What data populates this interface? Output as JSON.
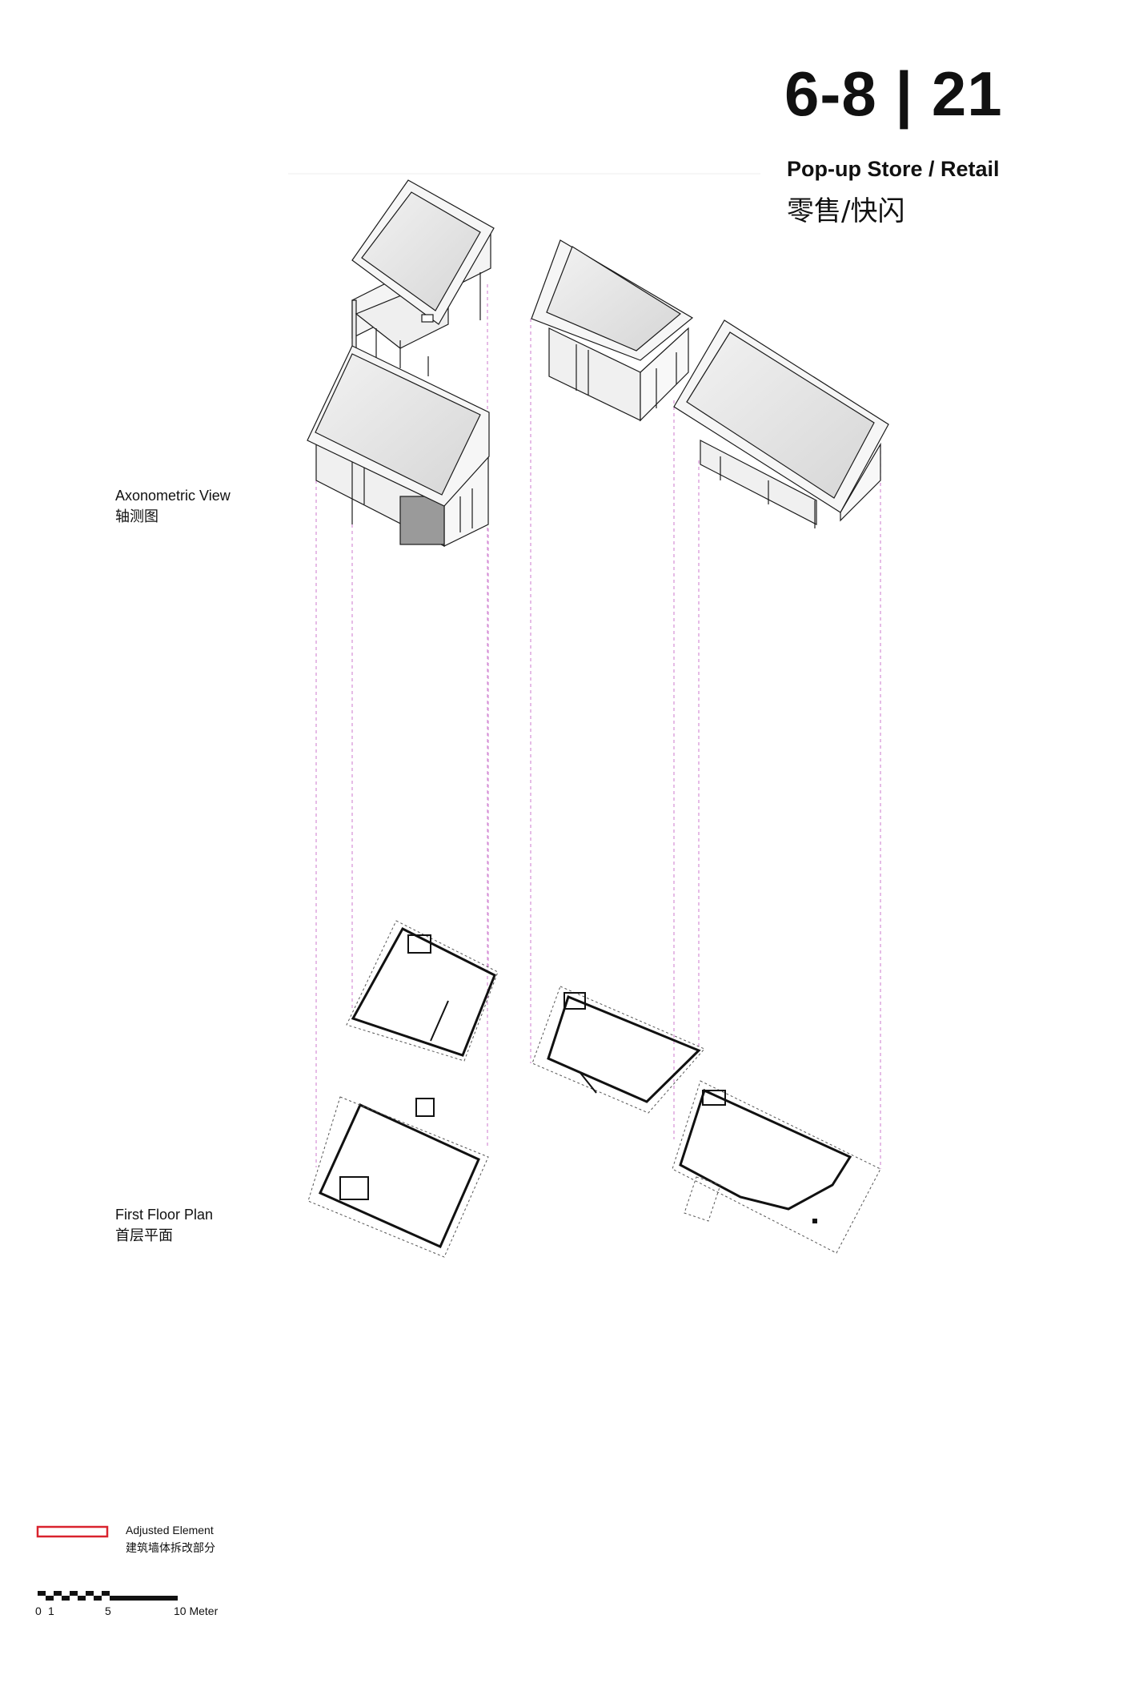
{
  "header": {
    "sheet_number": "6-8 | 21",
    "subtitle_en": "Pop-up Store / Retail",
    "subtitle_zh": "零售/快闪"
  },
  "labels": {
    "axonometric": {
      "en": "Axonometric View",
      "zh": "轴测图"
    },
    "floor_plan": {
      "en": "First Floor Plan",
      "zh": "首层平面"
    }
  },
  "legend": {
    "label_en": "Adjusted Element",
    "label_zh": "建筑墙体拆改部分",
    "swatch_color": "#d9232e"
  },
  "scale_bar": {
    "ticks": [
      "0",
      "1",
      "5",
      "10 Meter"
    ]
  },
  "colors": {
    "projection_line": "#d58fd6",
    "roof_fill": "#e6e6e6",
    "wall_fill": "#f3f3f3",
    "line": "#1a1a1a"
  }
}
